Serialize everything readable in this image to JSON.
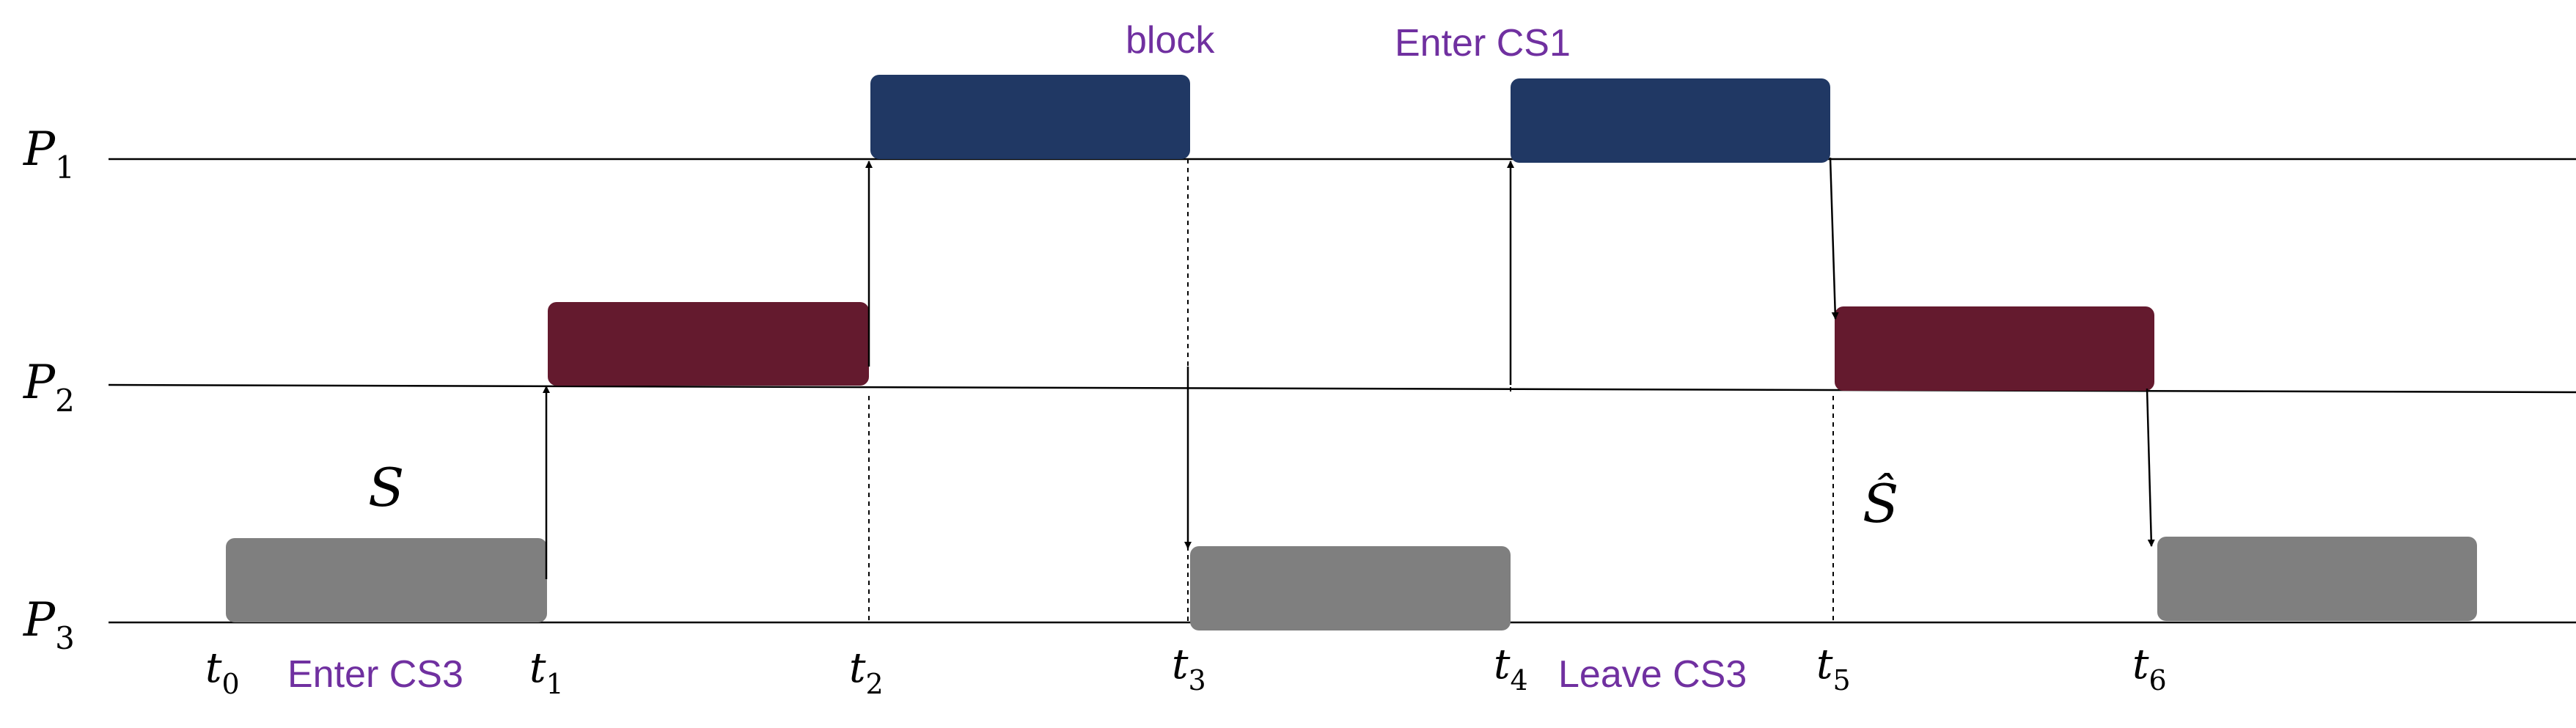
{
  "processes": [
    {
      "base": "P",
      "sub": "1"
    },
    {
      "base": "P",
      "sub": "2"
    },
    {
      "base": "P",
      "sub": "3"
    }
  ],
  "times": [
    {
      "base": "t",
      "sub": "0"
    },
    {
      "base": "t",
      "sub": "1"
    },
    {
      "base": "t",
      "sub": "2"
    },
    {
      "base": "t",
      "sub": "3"
    },
    {
      "base": "t",
      "sub": "4"
    },
    {
      "base": "t",
      "sub": "5"
    },
    {
      "base": "t",
      "sub": "6"
    }
  ],
  "annotations": {
    "block": "block",
    "enter_cs1": "Enter CS1",
    "enter_cs3": "Enter CS3",
    "leave_cs3": "Leave CS3"
  },
  "state_labels": {
    "s": "S",
    "s_hat": "Ŝ"
  },
  "colors": {
    "p1_block": "#203864",
    "p2_block": "#641a2e",
    "p3_block": "#7f7f7f",
    "annotation_text": "#7030a0"
  },
  "icons": [
    "arrow-up-icon",
    "arrow-down-icon"
  ]
}
